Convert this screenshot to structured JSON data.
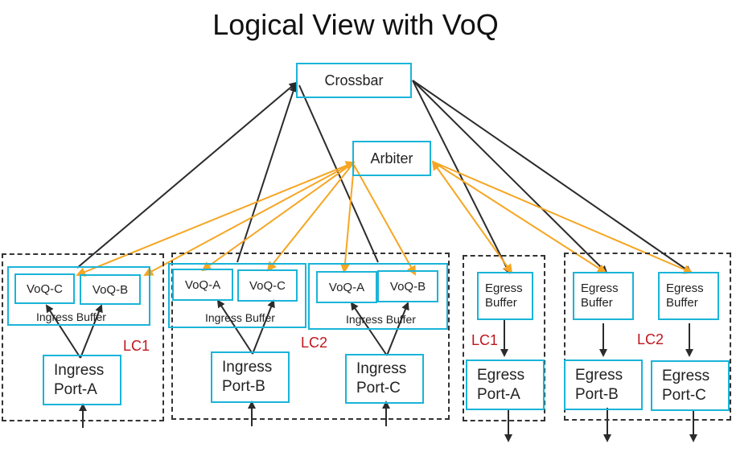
{
  "title": "Logical View with VoQ",
  "crossbar": "Crossbar",
  "arbiter": "Arbiter",
  "ingress": {
    "lc1": {
      "label": "LC1",
      "buffers": [
        {
          "label": "Ingress Buffer",
          "voqs": [
            "VoQ-C",
            "VoQ-B"
          ],
          "port": [
            "Ingress",
            "Port-A"
          ]
        }
      ]
    },
    "lc2": {
      "label": "LC2",
      "buffers": [
        {
          "label": "Ingress Buffer",
          "voqs": [
            "VoQ-A",
            "VoQ-C"
          ],
          "port": [
            "Ingress",
            "Port-B"
          ]
        },
        {
          "label": "Ingress Buffer",
          "voqs": [
            "VoQ-A",
            "VoQ-B"
          ],
          "port": [
            "Ingress",
            "Port-C"
          ]
        }
      ]
    }
  },
  "egress": {
    "lc1": {
      "label": "LC1",
      "units": [
        {
          "buffer": [
            "Egress",
            "Buffer"
          ],
          "port": [
            "Egress",
            "Port-A"
          ]
        }
      ]
    },
    "lc2": {
      "label": "LC2",
      "units": [
        {
          "buffer": [
            "Egress",
            "Buffer"
          ],
          "port": [
            "Egress",
            "Port-B"
          ]
        },
        {
          "buffer": [
            "Egress",
            "Buffer"
          ],
          "port": [
            "Egress",
            "Port-C"
          ]
        }
      ]
    }
  },
  "colors": {
    "box_border": "#1ab4d8",
    "control_arrow": "#f5a623",
    "data_arrow": "#2b2b2b",
    "lc_label": "#c0161c"
  }
}
